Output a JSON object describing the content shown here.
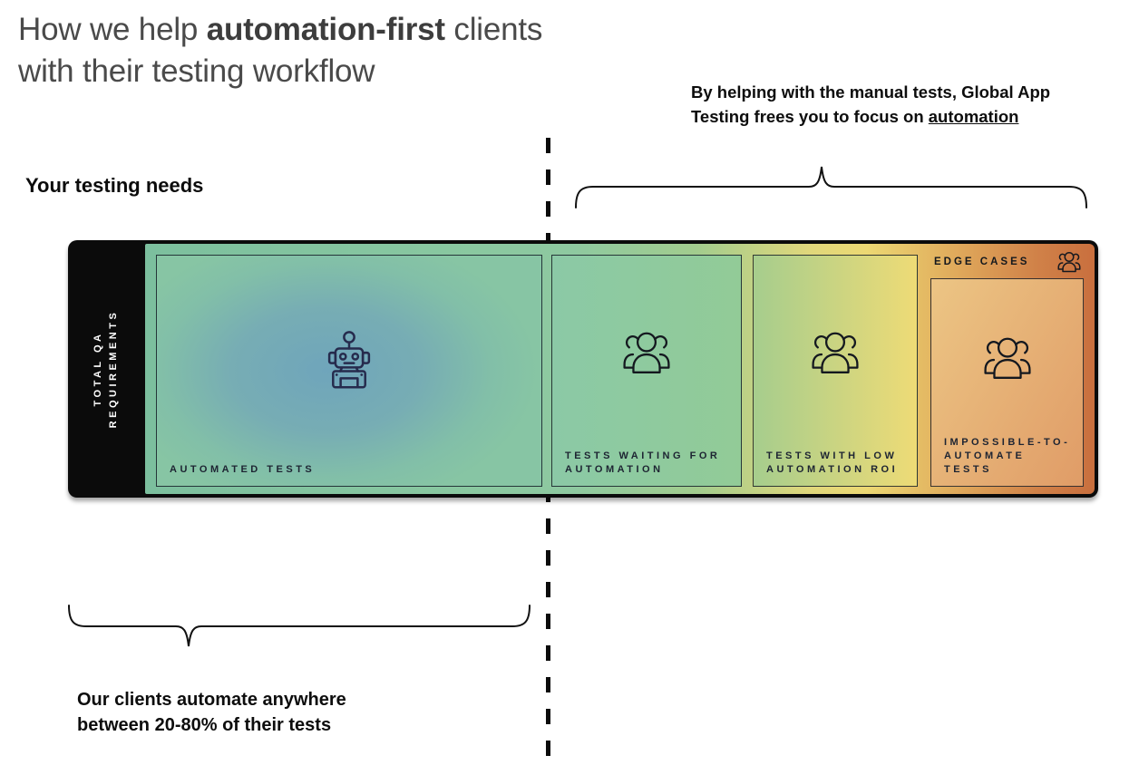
{
  "title": {
    "line1_prefix": "How we help ",
    "line1_bold": "automation-first",
    "line1_suffix": " clients",
    "line2": "with their testing workflow"
  },
  "note": {
    "line1": "By helping with the manual tests, Global App",
    "line2_prefix": "Testing frees you to focus on ",
    "line2_underlined": "automation"
  },
  "axis_label": "Your testing needs",
  "bar": {
    "side_label": "TOTAL QA\nREQUIREMENTS",
    "edge_cases_label": "EDGE CASES",
    "edge_cases_icon": "people-group-icon",
    "segments": [
      {
        "label": "AUTOMATED TESTS",
        "icon": "robot-icon"
      },
      {
        "label": "TESTS WAITING FOR\nAUTOMATION",
        "icon": "people-group-icon"
      },
      {
        "label": "TESTS WITH LOW\nAUTOMATION ROI",
        "icon": "people-group-icon"
      },
      {
        "label": "IMPOSSIBLE-TO-\nAUTOMATE TESTS",
        "icon": "people-group-icon"
      }
    ]
  },
  "bottom_note": "Our clients automate anywhere\nbetween 20-80% of their tests",
  "colors": {
    "heading_gray": "#4a4a4a",
    "text_black": "#0d0d0d",
    "bar_frame_black": "#0b0b0b",
    "gradient_green": "#8ec9a0",
    "gradient_blue_center": "#6fa5bb",
    "gradient_yellow": "#ecd873",
    "gradient_orange": "#c96f3e",
    "segment_label_navy": "#1d2432",
    "robot_icon_navy": "#262b4d"
  }
}
